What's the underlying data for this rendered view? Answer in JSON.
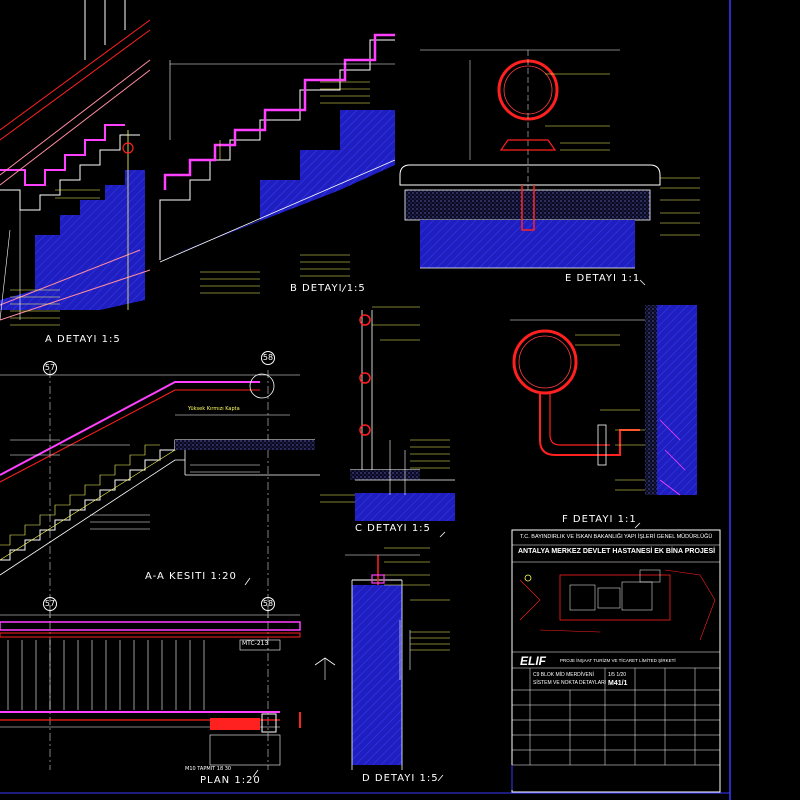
{
  "drawing": {
    "views": {
      "a": "A DETAYI 1:5",
      "b": "B DETAYI 1:5",
      "e": "E DETAYI 1:1",
      "section": "A-A KESITI 1:20",
      "c": "C DETAYI 1:5",
      "f": "F DETAYI 1:1",
      "plan": "PLAN 1:20",
      "d": "D DETAYI 1:5"
    },
    "axis_labels": [
      "57",
      "58",
      "57",
      "58"
    ],
    "annotations": {
      "section_note_1": "Yüksek Kırmızı Kapta",
      "plan_tag": "MTC-213",
      "plan_note": "M10 TAPMIT 18 30"
    }
  },
  "title_block": {
    "ministry": "T.C. BAYINDIRLIK VE İSKAN BAKANLIĞI YAPI İŞLERİ GENEL MÜDÜRLÜĞÜ",
    "project": "ANTALYA MERKEZ DEVLET HASTANESİ EK BİNA PROJESİ",
    "contractor_logo": "ELIF",
    "contractor_name": "PROJE İNŞAAT TURİZM VE TİCARET LİMİTED ŞİRKETİ",
    "sheet_title_1": "C9 BLOK MİD MERDİVENİ",
    "sheet_title_2": "SİSTEM VE NOKTA DETAYLARI",
    "scale": "1/5 1/20",
    "sheet_no": "M41/1"
  },
  "colors": {
    "background": "#000000",
    "hatch_fill": "#1f1fbf",
    "hatch_line": "#3a3aff",
    "railing": "#ff2020",
    "stair_edge": "#ff40ff",
    "dimension": "#ffffff",
    "text_yellow": "#ffff60",
    "frame": "#3a3aff",
    "pink": "#ff8ca0"
  }
}
